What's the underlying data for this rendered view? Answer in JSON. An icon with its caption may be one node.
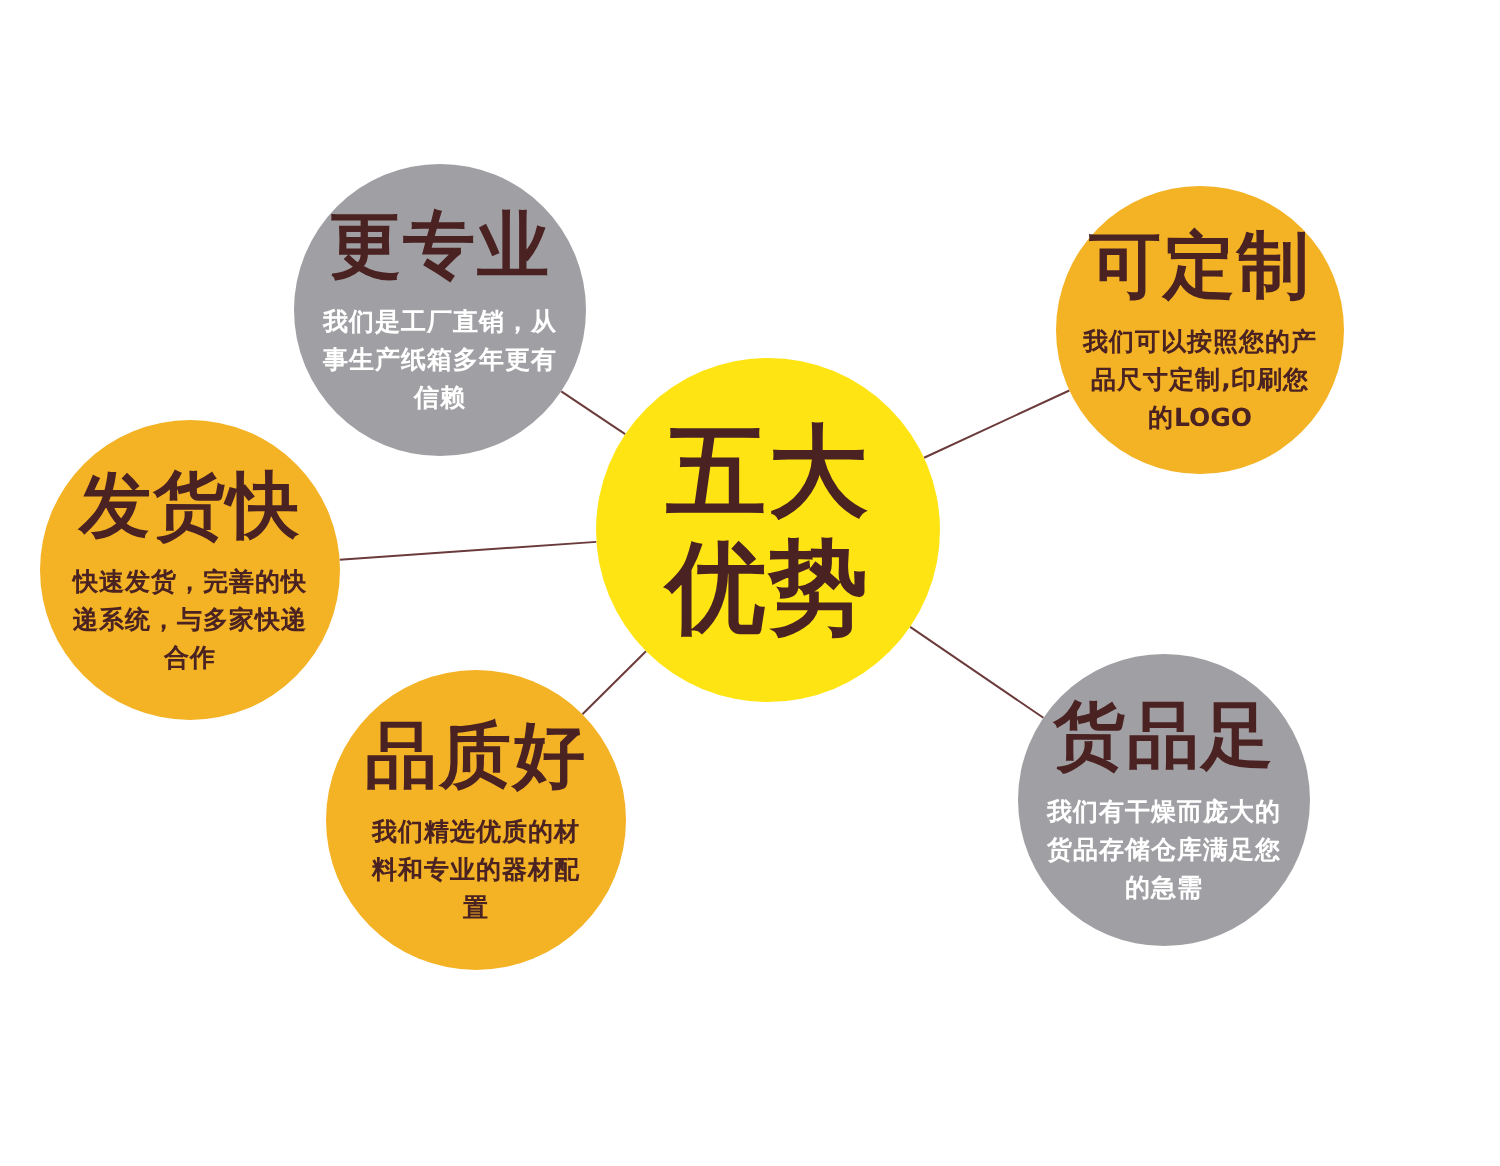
{
  "diagram": {
    "nodes": [
      {
        "text": [
          "更专业",
          "我们是工厂直销，从事生产纸箱多年更有信赖"
        ]
      },
      {
        "text": [
          "可定制",
          "我们可以按照您的产品尺寸定制,印刷您的LOGO"
        ]
      },
      {
        "text": [
          "五大优势"
        ]
      },
      {
        "text": [
          "发货快",
          "快速发货，完善的快递系统，与多家快递合作"
        ]
      },
      {
        "text": [
          "货品足",
          "我们有干燥而庞大的货品存储仓库满足您的急需"
        ]
      },
      {
        "text": [
          "品质好",
          "我们精选优质的材料和专业的器材配置"
        ]
      }
    ],
    "edges": [
      {
        "from": 2,
        "to": 0,
        "arrow": "none"
      },
      {
        "from": 2,
        "to": 1,
        "arrow": "none"
      },
      {
        "from": 2,
        "to": 3,
        "arrow": "none"
      },
      {
        "from": 2,
        "to": 4,
        "arrow": "none"
      },
      {
        "from": 2,
        "to": 5,
        "arrow": "none"
      }
    ]
  }
}
